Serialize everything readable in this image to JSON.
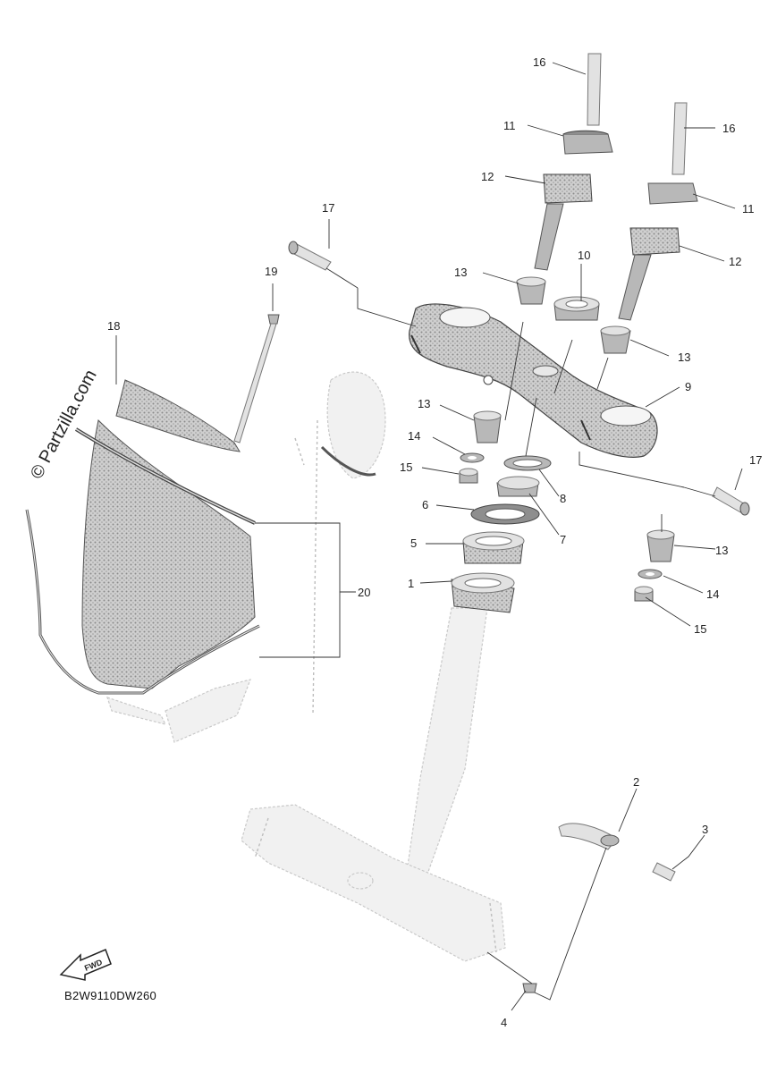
{
  "watermark": "© Partzilla.com",
  "diagram_code": "B2W9110DW260",
  "fwd_label": "FWD",
  "callouts": {
    "c1": "1",
    "c2": "2",
    "c3": "3",
    "c4": "4",
    "c5": "5",
    "c6": "6",
    "c7": "7",
    "c8": "8",
    "c9": "9",
    "c10": "10",
    "c11a": "11",
    "c11b": "11",
    "c12a": "12",
    "c12b": "12",
    "c13a": "13",
    "c13b": "13",
    "c13c": "13",
    "c13d": "13",
    "c14a": "14",
    "c14b": "14",
    "c15a": "15",
    "c15b": "15",
    "c16a": "16",
    "c16b": "16",
    "c17a": "17",
    "c17b": "17",
    "c18": "18",
    "c19": "19",
    "c20": "20"
  }
}
